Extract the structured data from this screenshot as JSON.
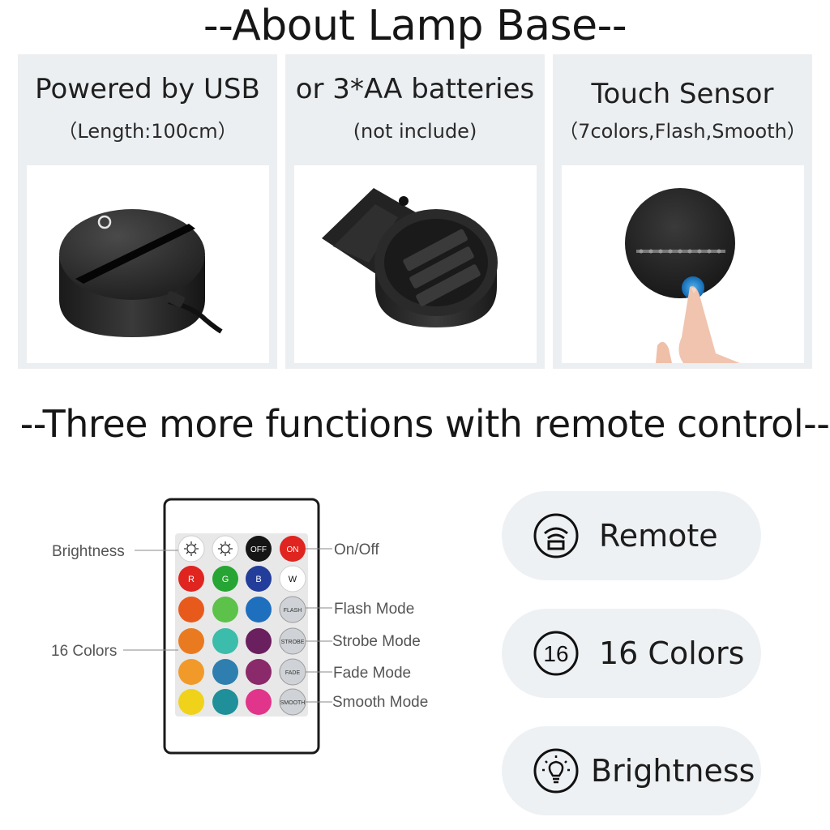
{
  "header": {
    "title": "--About Lamp Base--"
  },
  "panels": [
    {
      "title": "Powered by USB",
      "subtitle": "（Length:100cm）",
      "photo": "usb-lamp-base-photo"
    },
    {
      "title": "or 3*AA batteries",
      "subtitle": "(not include)",
      "photo": "battery-compartment-photo"
    },
    {
      "title": "Touch Sensor",
      "subtitle": "（7colors,Flash,Smooth）",
      "photo": "touch-sensor-photo"
    }
  ],
  "section2": {
    "title": "--Three more functions with remote control--"
  },
  "remote": {
    "button_text": {
      "off": "OFF",
      "on": "ON",
      "r": "R",
      "g": "G",
      "b": "B",
      "w": "W",
      "flash": "FLASH",
      "strobe": "STROBE",
      "fade": "FADE",
      "smooth": "SMOOTH"
    },
    "callouts": {
      "brightness": "Brightness",
      "colors16": "16 Colors",
      "onoff": "On/Off",
      "flash": "Flash Mode",
      "strobe": "Strobe Mode",
      "fade": "Fade Mode",
      "smooth": "Smooth Mode"
    },
    "colors": {
      "red": "#e0241f",
      "green": "#27a534",
      "blue": "#233d9a",
      "row2": [
        "#e85a1c",
        "#5cc24a",
        "#1f6fbf"
      ],
      "row3": [
        "#ea7a20",
        "#3cbcaa",
        "#6a1f5e"
      ],
      "row4": [
        "#f19a2a",
        "#2e7fb0",
        "#8a2a6a"
      ],
      "row5": [
        "#f0d21a",
        "#1f8f9a",
        "#e0358a"
      ]
    }
  },
  "features": [
    {
      "icon": "remote-signal-icon",
      "label": "Remote"
    },
    {
      "icon": "sixteen-badge-icon",
      "label": "16 Colors",
      "badge": "16"
    },
    {
      "icon": "light-bulb-icon",
      "label": "Brightness"
    }
  ]
}
